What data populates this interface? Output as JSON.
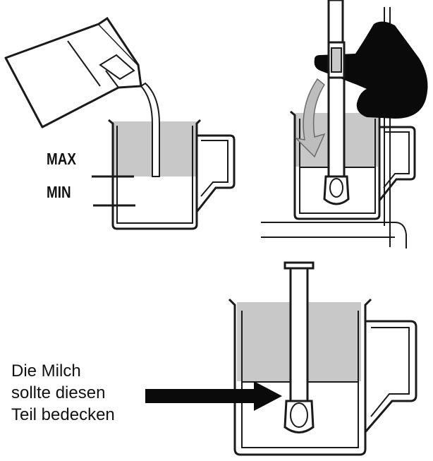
{
  "labels": {
    "max": "MAX",
    "min": "MIN"
  },
  "caption": {
    "line1": "Die Milch",
    "line2": "sollte diesen",
    "line3": "Teil bedecken"
  },
  "colors": {
    "milk": "#c8c8c8",
    "outline": "#1a1a1a",
    "hand": "#0a0a0a",
    "arrow_fill": "#bdbdbd"
  }
}
